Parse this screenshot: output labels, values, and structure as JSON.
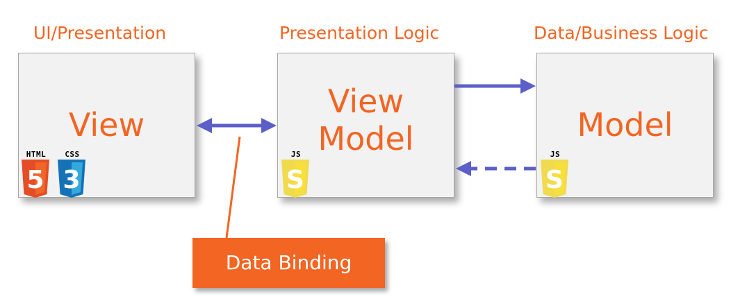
{
  "tiers": {
    "ui": "UI/Presentation",
    "presentation_logic": "Presentation Logic",
    "data_business": "Data/Business Logic"
  },
  "boxes": {
    "view": {
      "title": "View"
    },
    "view_model": {
      "title_line1": "View",
      "title_line2": "Model"
    },
    "model": {
      "title": "Model"
    }
  },
  "badges": {
    "html": {
      "caption": "HTML",
      "glyph": "5"
    },
    "css": {
      "caption": "CSS",
      "glyph": "3"
    },
    "js_vm": {
      "caption": "JS",
      "glyph": "S"
    },
    "js_model": {
      "caption": "JS",
      "glyph": "S"
    }
  },
  "callout": {
    "label": "Data Binding"
  },
  "colors": {
    "accent_orange": "#f26522",
    "arrow_blue": "#5b5fc7",
    "box_fill": "#f2f2f2",
    "html5_orange": "#e44d26",
    "css3_blue": "#1572b6",
    "js_yellow": "#f0db4f"
  },
  "icons": [
    "html5-shield-icon",
    "css3-shield-icon",
    "js-shield-icon"
  ]
}
